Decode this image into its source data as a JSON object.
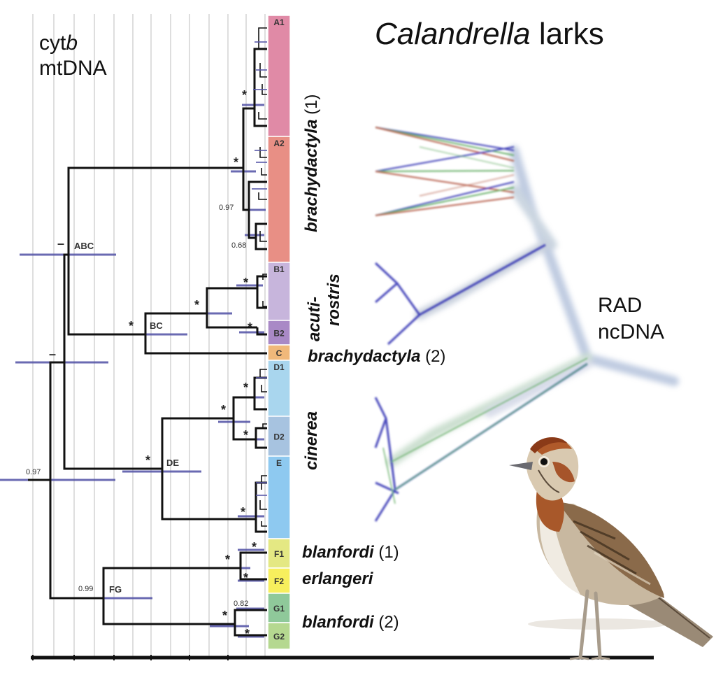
{
  "title": {
    "genus": "Calandrella",
    "rest": "larks"
  },
  "mt_label": {
    "line1_prefix": "cyt",
    "line1_italic": "b",
    "line2": "mtDNA"
  },
  "rad_label": {
    "line1": "RAD",
    "line2": "ncDNA"
  },
  "clades": [
    {
      "code": "A1",
      "color": "#e08aa6"
    },
    {
      "code": "A2",
      "color": "#e88f85"
    },
    {
      "code": "B1",
      "color": "#c7b5dc"
    },
    {
      "code": "B2",
      "color": "#a989c6"
    },
    {
      "code": "C",
      "color": "#f0b87a"
    },
    {
      "code": "D1",
      "color": "#a9d6ee"
    },
    {
      "code": "D2",
      "color": "#a7c3e0"
    },
    {
      "code": "E",
      "color": "#8ec9f0"
    },
    {
      "code": "F1",
      "color": "#e4e883"
    },
    {
      "code": "F2",
      "color": "#f7ef5d"
    },
    {
      "code": "G1",
      "color": "#8fc99a"
    },
    {
      "code": "G2",
      "color": "#b5d890"
    }
  ],
  "node_labels": {
    "abc": "ABC",
    "bc": "BC",
    "de": "DE",
    "fg": "FG"
  },
  "supports": {
    "star": "*",
    "dash": "–",
    "root": "0.97",
    "a2_inner": "0.97",
    "a2_low": "0.68",
    "fg": "0.99",
    "g1": "0.82"
  },
  "species": {
    "brachy1": {
      "name": "brachydactyla",
      "suffix": "(1)"
    },
    "acuti": {
      "line1": "acuti-",
      "line2": "rostris"
    },
    "brachy2": {
      "name": "brachydactyla",
      "suffix": "(2)"
    },
    "cinerea": {
      "name": "cinerea"
    },
    "blanf1": {
      "name": "blanfordi",
      "suffix": "(1)"
    },
    "erlangeri": {
      "name": "erlangeri"
    },
    "blanf2": {
      "name": "blanfordi",
      "suffix": "(2)"
    }
  },
  "colors": {
    "tree": "#111111",
    "hpd_bar": "#5a5aaa",
    "rad_blue": "#2a2ab0",
    "rad_green": "#5aa85a",
    "rad_red": "#b0503a"
  }
}
